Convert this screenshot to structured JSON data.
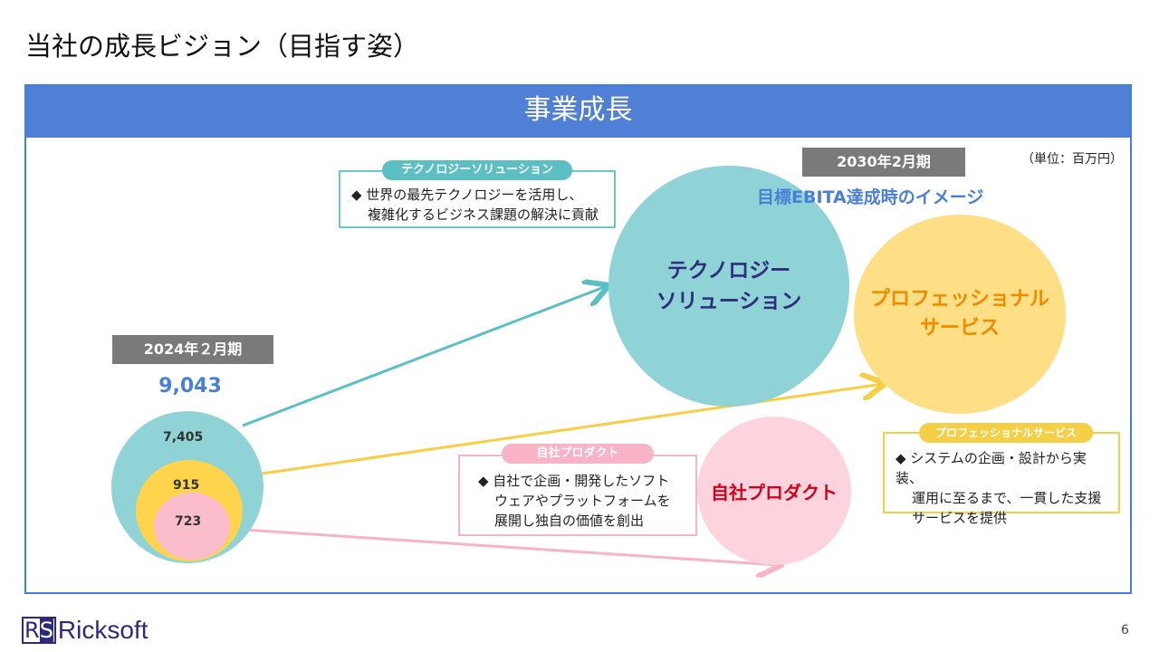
{
  "title": "当社の成長ビジョン（目指す姿）",
  "band": "事業成長",
  "unit": "（単位：百万円）",
  "current": {
    "period": "2024年２月期",
    "total": "9,043",
    "tech": "7,405",
    "pro": "915",
    "product": "723"
  },
  "future": {
    "period": "2030年2月期",
    "caption": "目標EBITA達成時のイメージ",
    "tech": "テクノロジー\nソリューション",
    "pro": "プロフェッショナル\nサービス",
    "product": "自社プロダクト"
  },
  "callouts": {
    "tech": {
      "title": "テクノロジーソリューション",
      "line1": "◆ 世界の最先テクノロジーを活用し、",
      "line2": "複雑化するビジネス課題の解決に貢献"
    },
    "product": {
      "title": "自社プロダクト",
      "line1": "◆ 自社で企画・開発したソフト",
      "line2": "ウェアやプラットフォームを",
      "line3": "展開し独自の価値を創出"
    },
    "pro": {
      "title": "プロフェッショナルサービス",
      "line1": "◆ システムの企画・設計から実装、",
      "line2": "運用に至るまで、一貫した支援",
      "line3": "サービスを提供"
    }
  },
  "logo": "RSRicksoft",
  "page": "6",
  "colors": {
    "band": "#5080d6",
    "teal": "#8fd3d7",
    "yellow": "#ffdf86",
    "pink": "#fdd3dd"
  }
}
